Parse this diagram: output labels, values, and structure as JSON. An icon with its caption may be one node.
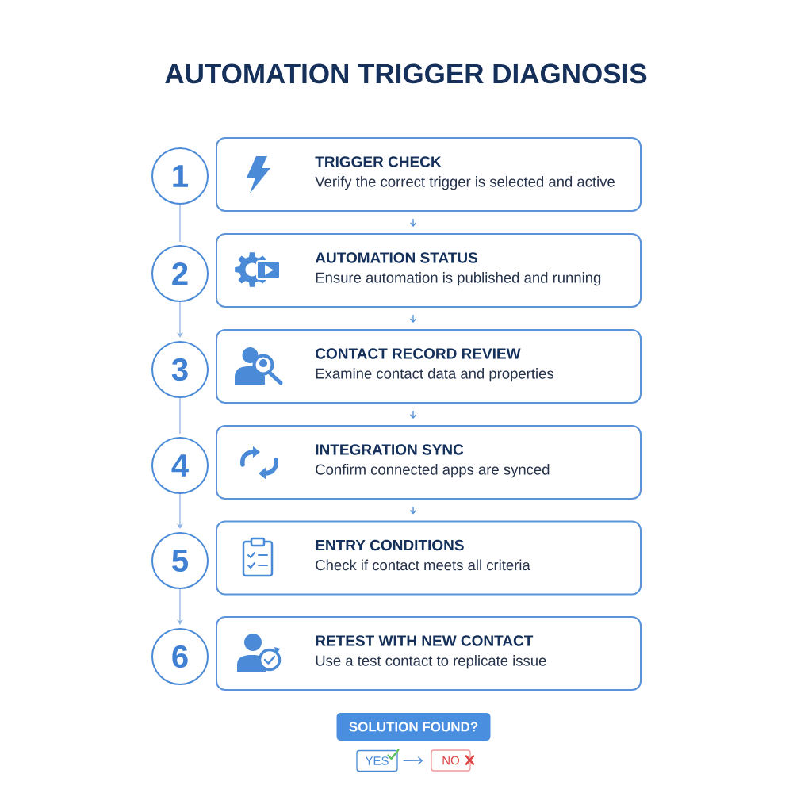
{
  "diagram": {
    "title": "AUTOMATION TRIGGER DIAGNOSIS",
    "nodes": [
      {
        "text": [
          "1"
        ]
      },
      {
        "text": [
          "TRIGGER CHECK",
          "Verify the correct trigger is selected and active"
        ]
      },
      {
        "text": [
          "2"
        ]
      },
      {
        "text": [
          "AUTOMATION STATUS",
          "Ensure automation is published and running"
        ]
      },
      {
        "text": [
          "3"
        ]
      },
      {
        "text": [
          "CONTACT RECORD REVIEW",
          "Examine contact data and properties"
        ]
      },
      {
        "text": [
          "4"
        ]
      },
      {
        "text": [
          "INTEGRATION SYNC",
          "Confirm connected apps are synced"
        ]
      },
      {
        "text": [
          "5"
        ]
      },
      {
        "text": [
          "ENTRY CONDITIONS",
          "Check if contact meets all criteria"
        ]
      },
      {
        "text": [
          "6"
        ]
      },
      {
        "text": [
          "RETEST WITH NEW CONTACT",
          "Use a test contact to replicate issue"
        ]
      },
      {
        "text": [
          "SOLUTION FOUND?"
        ]
      },
      {
        "text": [
          "YES"
        ]
      },
      {
        "text": [
          "NO"
        ]
      }
    ],
    "edges": [
      {
        "from": 0,
        "to": 2,
        "arrow": "none",
        "color": "#93b4e4"
      },
      {
        "from": 2,
        "to": 4,
        "arrow": "to",
        "color": "#93b4e4"
      },
      {
        "from": 4,
        "to": 6,
        "arrow": "none",
        "color": "#93b4e4"
      },
      {
        "from": 6,
        "to": 8,
        "arrow": "to",
        "color": "#93b4e4"
      },
      {
        "from": 8,
        "to": 10,
        "arrow": "to",
        "color": "#93b4e4"
      },
      {
        "from": 1,
        "to": 3,
        "arrow": "to"
      },
      {
        "from": 3,
        "to": 5,
        "arrow": "to"
      },
      {
        "from": 5,
        "to": 7,
        "arrow": "to"
      },
      {
        "from": 7,
        "to": 9,
        "arrow": "to"
      },
      {
        "from": 13,
        "to": 14,
        "arrow": "to"
      }
    ]
  }
}
